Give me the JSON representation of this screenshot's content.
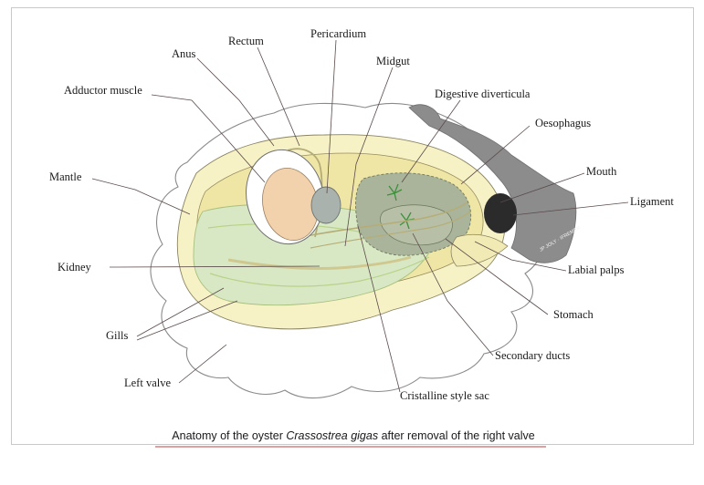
{
  "labels": {
    "rectum": "Rectum",
    "pericardium": "Pericardium",
    "anus": "Anus",
    "midgut": "Midgut",
    "adductor_muscle": "Adductor muscle",
    "digestive_diverticula": "Digestive diverticula",
    "oesophagus": "Oesophagus",
    "mantle": "Mantle",
    "mouth": "Mouth",
    "ligament": "Ligament",
    "kidney": "Kidney",
    "labial_palps": "Labial palps",
    "stomach": "Stomach",
    "gills": "Gills",
    "secondary_ducts": "Secondary ducts",
    "left_valve": "Left valve",
    "cristalline_style_sac": "Cristalline style sac"
  },
  "caption": {
    "prefix": "Anatomy of the oyster ",
    "species": "Crassostrea gigas",
    "suffix": " after removal of the right valve"
  },
  "colors": {
    "shell_outline": "#8a8a8a",
    "shell_body": "#f6f1c2",
    "inner_body": "#efe6a6",
    "gills": "#d9e8c4",
    "gills_edge": "#b8d28a",
    "digestive": "#a9b49a",
    "adductor": "#f1d2ad",
    "pericardium": "#aab2ae",
    "ligament_grey": "#8c8c8c",
    "ligament_dark": "#2b2b2b",
    "caption_underline": "#c04040"
  }
}
